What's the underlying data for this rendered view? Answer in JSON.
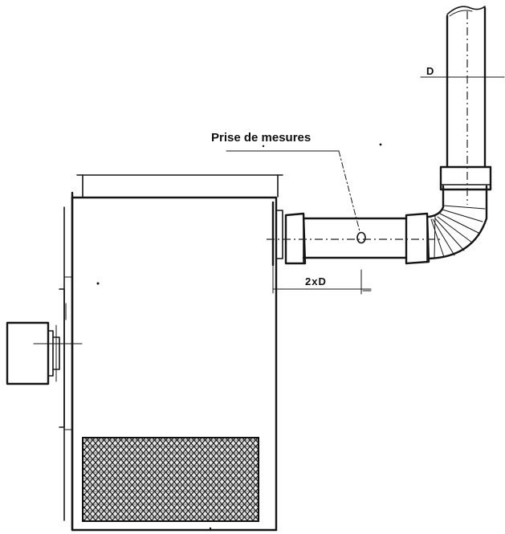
{
  "labels": {
    "measurement_point": "Prise de mesures",
    "diameter": "D",
    "distance": "2xD"
  }
}
